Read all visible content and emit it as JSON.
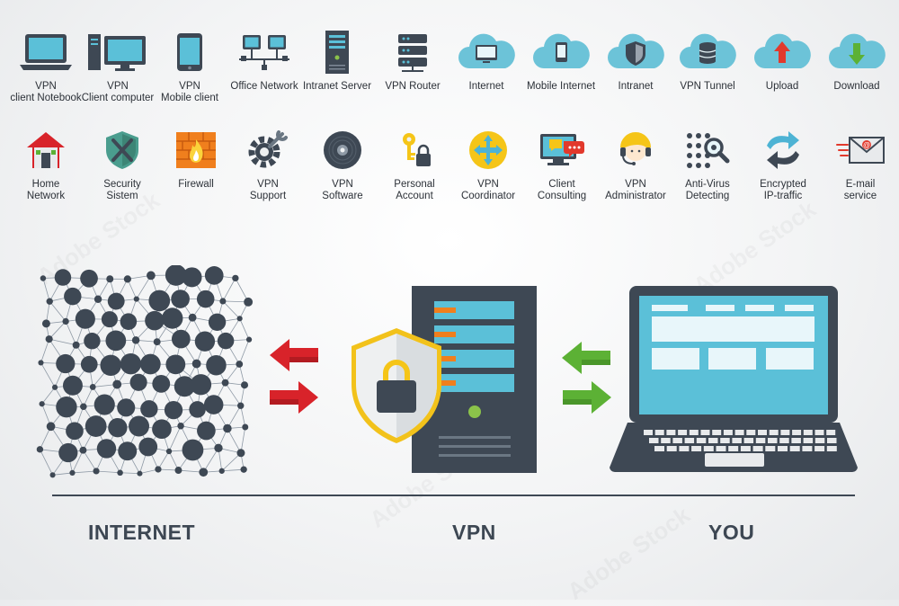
{
  "icons_row1": [
    {
      "name": "vpn-client-notebook",
      "label": "VPN\nclient Notebook",
      "icon": "laptop-icon"
    },
    {
      "name": "vpn-client-computer",
      "label": "VPN\nClient computer",
      "icon": "desktop-icon"
    },
    {
      "name": "vpn-mobile-client",
      "label": "VPN\nMobile client",
      "icon": "tablet-icon"
    },
    {
      "name": "office-network",
      "label": "Office Network",
      "icon": "network-icon"
    },
    {
      "name": "intranet-server",
      "label": "Intranet Server",
      "icon": "server-icon"
    },
    {
      "name": "vpn-router",
      "label": "VPN Router",
      "icon": "router-icon"
    },
    {
      "name": "internet",
      "label": "Internet",
      "icon": "cloud-monitor-icon"
    },
    {
      "name": "mobile-internet",
      "label": "Mobile Internet",
      "icon": "cloud-phone-icon"
    },
    {
      "name": "intranet",
      "label": "Intranet",
      "icon": "cloud-shield-icon"
    },
    {
      "name": "vpn-tunnel",
      "label": "VPN Tunnel",
      "icon": "cloud-database-icon"
    },
    {
      "name": "upload",
      "label": "Upload",
      "icon": "cloud-upload-icon"
    },
    {
      "name": "download",
      "label": "Download",
      "icon": "cloud-download-icon"
    }
  ],
  "icons_row2": [
    {
      "name": "home-network",
      "label": "Home\nNetwork",
      "icon": "house-icon"
    },
    {
      "name": "security-sistem",
      "label": "Security\nSistem",
      "icon": "shield-swords-icon"
    },
    {
      "name": "firewall",
      "label": "Firewall",
      "icon": "firewall-icon"
    },
    {
      "name": "vpn-support",
      "label": "VPN\nSupport",
      "icon": "gear-wrench-icon"
    },
    {
      "name": "vpn-software",
      "label": "VPN\nSoftware",
      "icon": "disc-icon"
    },
    {
      "name": "personal-account",
      "label": "Personal\nAccount",
      "icon": "key-lock-icon"
    },
    {
      "name": "vpn-coordinator",
      "label": "VPN\nCoordinator",
      "icon": "compass-arrows-icon"
    },
    {
      "name": "client-consulting",
      "label": "Client\nConsulting",
      "icon": "monitor-chat-icon"
    },
    {
      "name": "vpn-administrator",
      "label": "VPN\nAdministrator",
      "icon": "headset-person-icon"
    },
    {
      "name": "anti-virus-detecting",
      "label": "Anti-Virus\nDetecting",
      "icon": "magnifier-dots-icon"
    },
    {
      "name": "encrypted-ip-traffic",
      "label": "Encrypted\nIP-traffic",
      "icon": "swap-arrows-icon"
    },
    {
      "name": "email-service",
      "label": "E-mail\nservice",
      "icon": "envelope-icon"
    }
  ],
  "diagram": {
    "internet_label": "INTERNET",
    "vpn_label": "VPN",
    "you_label": "YOU"
  },
  "stock_id": "262545283",
  "colors": {
    "dark": "#3e4854",
    "cloud": "#6cc3d8",
    "screen": "#5bc0d8",
    "red_arrow": "#d8232a",
    "green_arrow": "#5cb135",
    "shield_border": "#f2c21b",
    "lock": "#f5c518"
  }
}
